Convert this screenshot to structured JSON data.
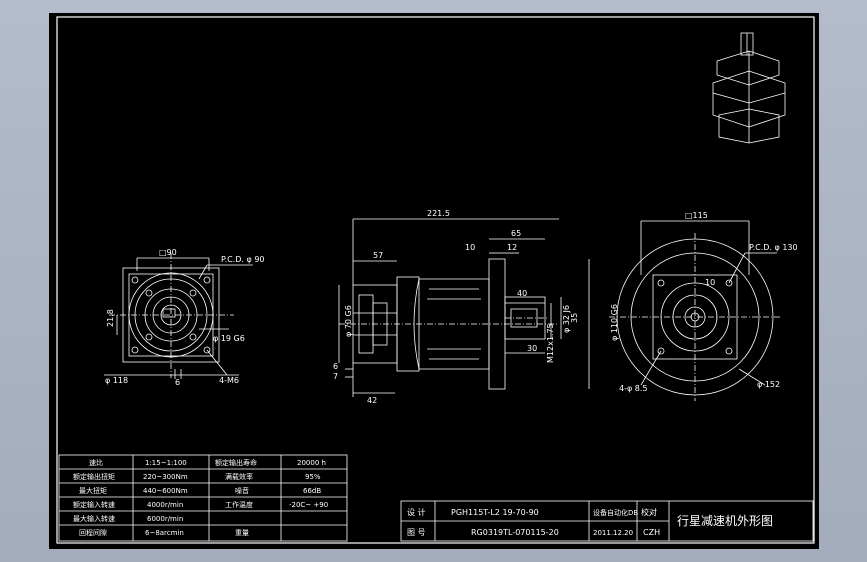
{
  "dims": {
    "front_left_width": "□90",
    "front_left_pcd": "P.C.D. φ 90",
    "front_left_shaft": "φ 19 G6",
    "front_left_key": "21.8",
    "front_left_dia": "φ 118",
    "front_left_6": "6",
    "front_left_holes": "4-M6",
    "side_total": "221.5",
    "side_65": "65",
    "side_57": "57",
    "side_10": "10",
    "side_12": "12",
    "side_40": "40",
    "side_70g6": "φ 70 G6",
    "side_110g6": "φ 110 G6",
    "side_32": "φ 32 J6",
    "side_35": "35",
    "side_m12": "M12x1.75",
    "side_30": "30",
    "side_6": "6",
    "side_7": "7",
    "side_42": "42",
    "front_right_width": "□115",
    "front_right_pcd": "P.C.D. φ 130",
    "front_right_10": "10",
    "front_right_holes": "4-φ 8.5",
    "front_right_dia": "φ 152"
  },
  "spec_table": {
    "rows": [
      [
        "速比",
        "1:15~1:100",
        "额定输出寿命",
        "20000 h"
      ],
      [
        "额定输出扭矩",
        "220~300Nm",
        "满载效率",
        "95%"
      ],
      [
        "最大扭矩",
        "440~600Nm",
        "噪音",
        "66dB"
      ],
      [
        "额定输入转速",
        "4000r/min",
        "工作温度",
        "-20C~ +90"
      ],
      [
        "最大输入转速",
        "6000r/min",
        "",
        ""
      ],
      [
        "回程间隙",
        "6~8arcmin",
        "重量",
        ""
      ]
    ]
  },
  "title_block": {
    "label_design": "设 计",
    "model": "PGH115T-L2 19-70-90",
    "process": "设备自动化DB",
    "label_review": "校对",
    "label_drawing_no": "图 号",
    "drawing_no": "RG0319TL-070115-20",
    "date": "2011.12.20",
    "initials": "CZH",
    "title": "行星减速机外形图"
  }
}
